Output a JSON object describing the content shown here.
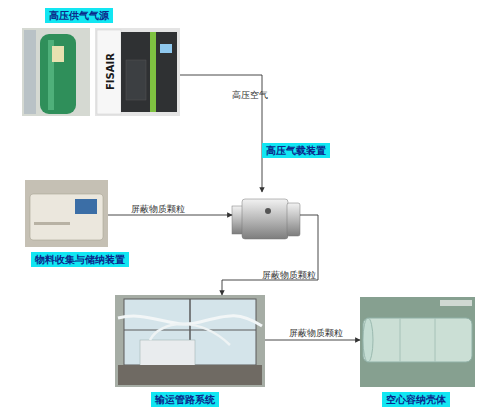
{
  "diagram": {
    "nodes": [
      {
        "text": [
          "高压供气气源"
        ]
      },
      {
        "text": [
          "高压气载装置"
        ]
      },
      {
        "text": [
          "物料收集与储纳装置"
        ]
      },
      {
        "text": [
          "输运管路系统"
        ]
      },
      {
        "text": [
          "空心容纳壳体"
        ]
      }
    ],
    "edges": [
      {
        "from": 0,
        "to": 1,
        "label": "高压空气",
        "arrow": "to"
      },
      {
        "from": 2,
        "to": 1,
        "label": "屏蔽物质颗粒",
        "arrow": "to"
      },
      {
        "from": 1,
        "to": 3,
        "label": "屏蔽物质颗粒",
        "arrow": "to"
      },
      {
        "from": 3,
        "to": 4,
        "label": "屏蔽物质颗粒",
        "arrow": "to"
      }
    ],
    "labels": [
      "FISAIR"
    ]
  }
}
